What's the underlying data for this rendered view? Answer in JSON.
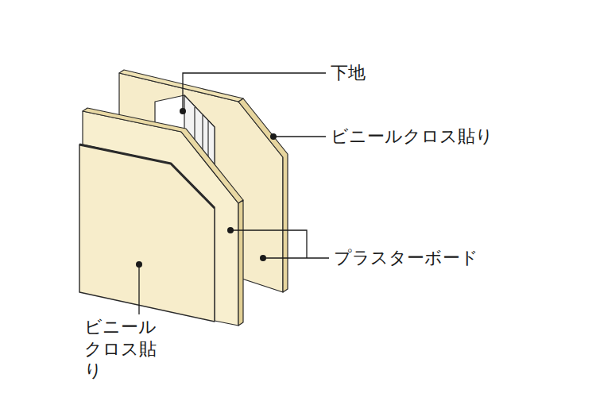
{
  "diagram": {
    "labels": [
      "下地",
      "ビニールクロス貼り",
      "プラスターボード",
      "ビニール クロス貼り"
    ]
  }
}
